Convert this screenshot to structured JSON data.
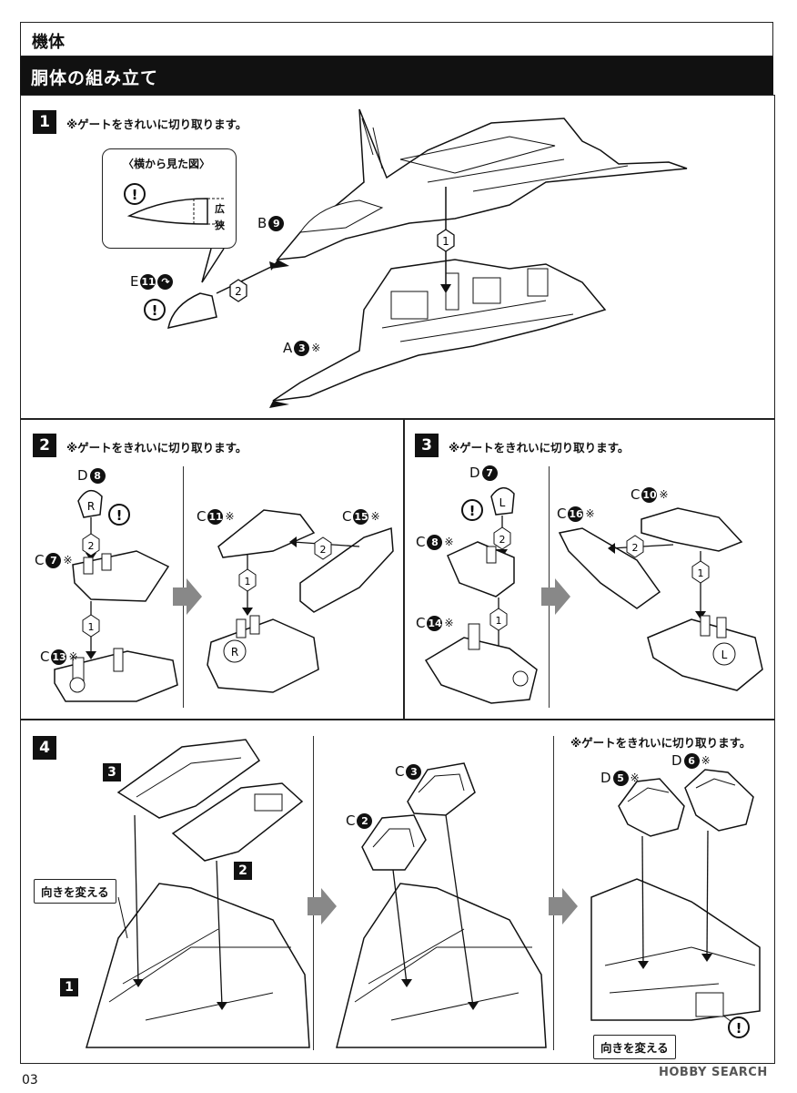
{
  "header": {
    "section": "機体",
    "subtitle": "胴体の組み立て"
  },
  "gate_note": "※ゲートをきれいに切り取ります。",
  "step1": {
    "number": "1",
    "side_view": {
      "title": "〈横から見た図〉",
      "wide": "広",
      "narrow": "狭"
    },
    "labels": {
      "b": {
        "letter": "B",
        "num": "9"
      },
      "e": {
        "letter": "E",
        "num": "11"
      },
      "a": {
        "letter": "A",
        "num": "3",
        "mark": "※"
      }
    },
    "order": [
      "1",
      "2"
    ]
  },
  "step2": {
    "number": "2",
    "labels": {
      "d": {
        "letter": "D",
        "num": "8"
      },
      "c7": {
        "letter": "C",
        "num": "7",
        "mark": "※"
      },
      "c13": {
        "letter": "C",
        "num": "13",
        "mark": "※"
      },
      "c11": {
        "letter": "C",
        "num": "11",
        "mark": "※"
      },
      "c15": {
        "letter": "C",
        "num": "15",
        "mark": "※"
      }
    },
    "part_mark": "R"
  },
  "step3": {
    "number": "3",
    "labels": {
      "d": {
        "letter": "D",
        "num": "7"
      },
      "c8": {
        "letter": "C",
        "num": "8",
        "mark": "※"
      },
      "c14": {
        "letter": "C",
        "num": "14",
        "mark": "※"
      },
      "c16": {
        "letter": "C",
        "num": "16",
        "mark": "※"
      },
      "c10": {
        "letter": "C",
        "num": "10",
        "mark": "※"
      }
    },
    "part_mark": "L"
  },
  "step4": {
    "number": "4",
    "refs": {
      "r3": "3",
      "r2": "2",
      "r1": "1"
    },
    "turn_label": "向きを変える",
    "labels": {
      "c3": {
        "letter": "C",
        "num": "3"
      },
      "c2": {
        "letter": "C",
        "num": "2"
      },
      "d5": {
        "letter": "D",
        "num": "5",
        "mark": "※"
      },
      "d6": {
        "letter": "D",
        "num": "6",
        "mark": "※"
      }
    }
  },
  "footer": {
    "page_number": "03",
    "watermark": "HOBBY SEARCH"
  }
}
